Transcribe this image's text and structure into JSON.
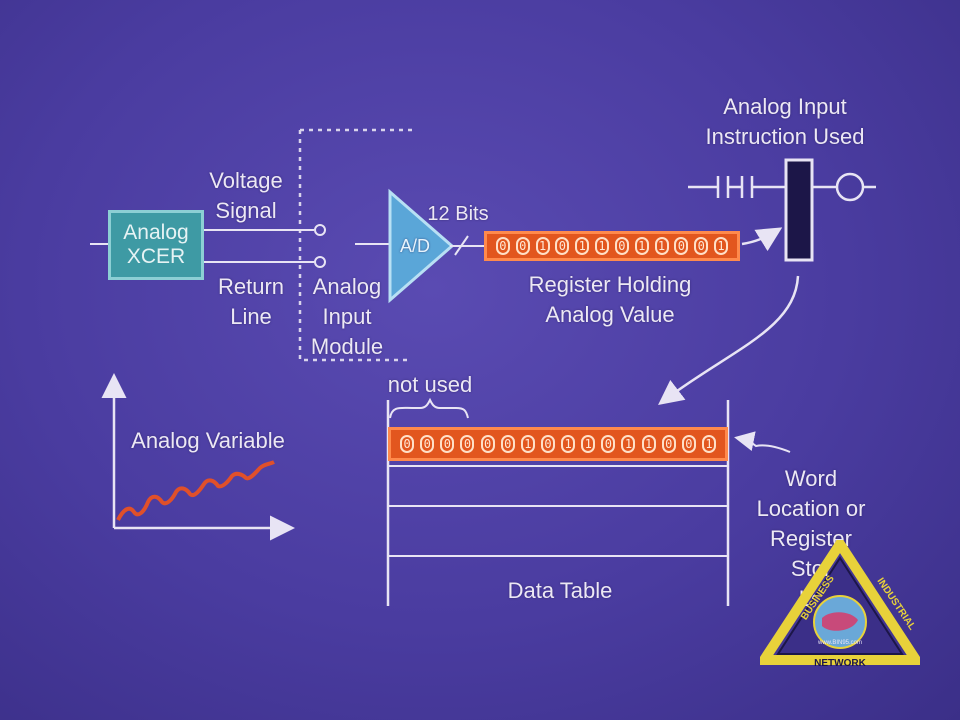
{
  "labels": {
    "instruction": [
      "Analog Input",
      "Instruction Used"
    ],
    "voltage_signal": [
      "Voltage",
      "Signal"
    ],
    "return_line": [
      "Return",
      "Line"
    ],
    "analog_input_module": [
      "Analog",
      "Input",
      "Module"
    ],
    "xcer": [
      "Analog",
      "XCER"
    ],
    "ad": "A/D",
    "twelve_bits": "12 Bits",
    "register_holding": [
      "Register Holding",
      "Analog Value"
    ],
    "not_used": "not used",
    "analog_variable": "Analog Variable",
    "word_location": [
      "Word",
      "Location or",
      "Register",
      "Stor",
      "Lo"
    ],
    "data_table": "Data Table",
    "logo_text": [
      "BUSINESS",
      "INDUSTRIAL",
      "NETWORK",
      "www.BIN95.com"
    ]
  },
  "register_bits": [
    "0",
    "0",
    "1",
    "0",
    "1",
    "1",
    "0",
    "1",
    "1",
    "0",
    "0",
    "1"
  ],
  "data_table_bits": [
    "0",
    "0",
    "0",
    "0",
    "0",
    "0",
    "1",
    "0",
    "1",
    "1",
    "0",
    "1",
    "1",
    "0",
    "0",
    "1"
  ],
  "colors": {
    "background": "#4a3ca0",
    "register_fill": "#e2561e",
    "xcer_fill": "#3e9aa4",
    "logo_yellow": "#e8d23a"
  }
}
